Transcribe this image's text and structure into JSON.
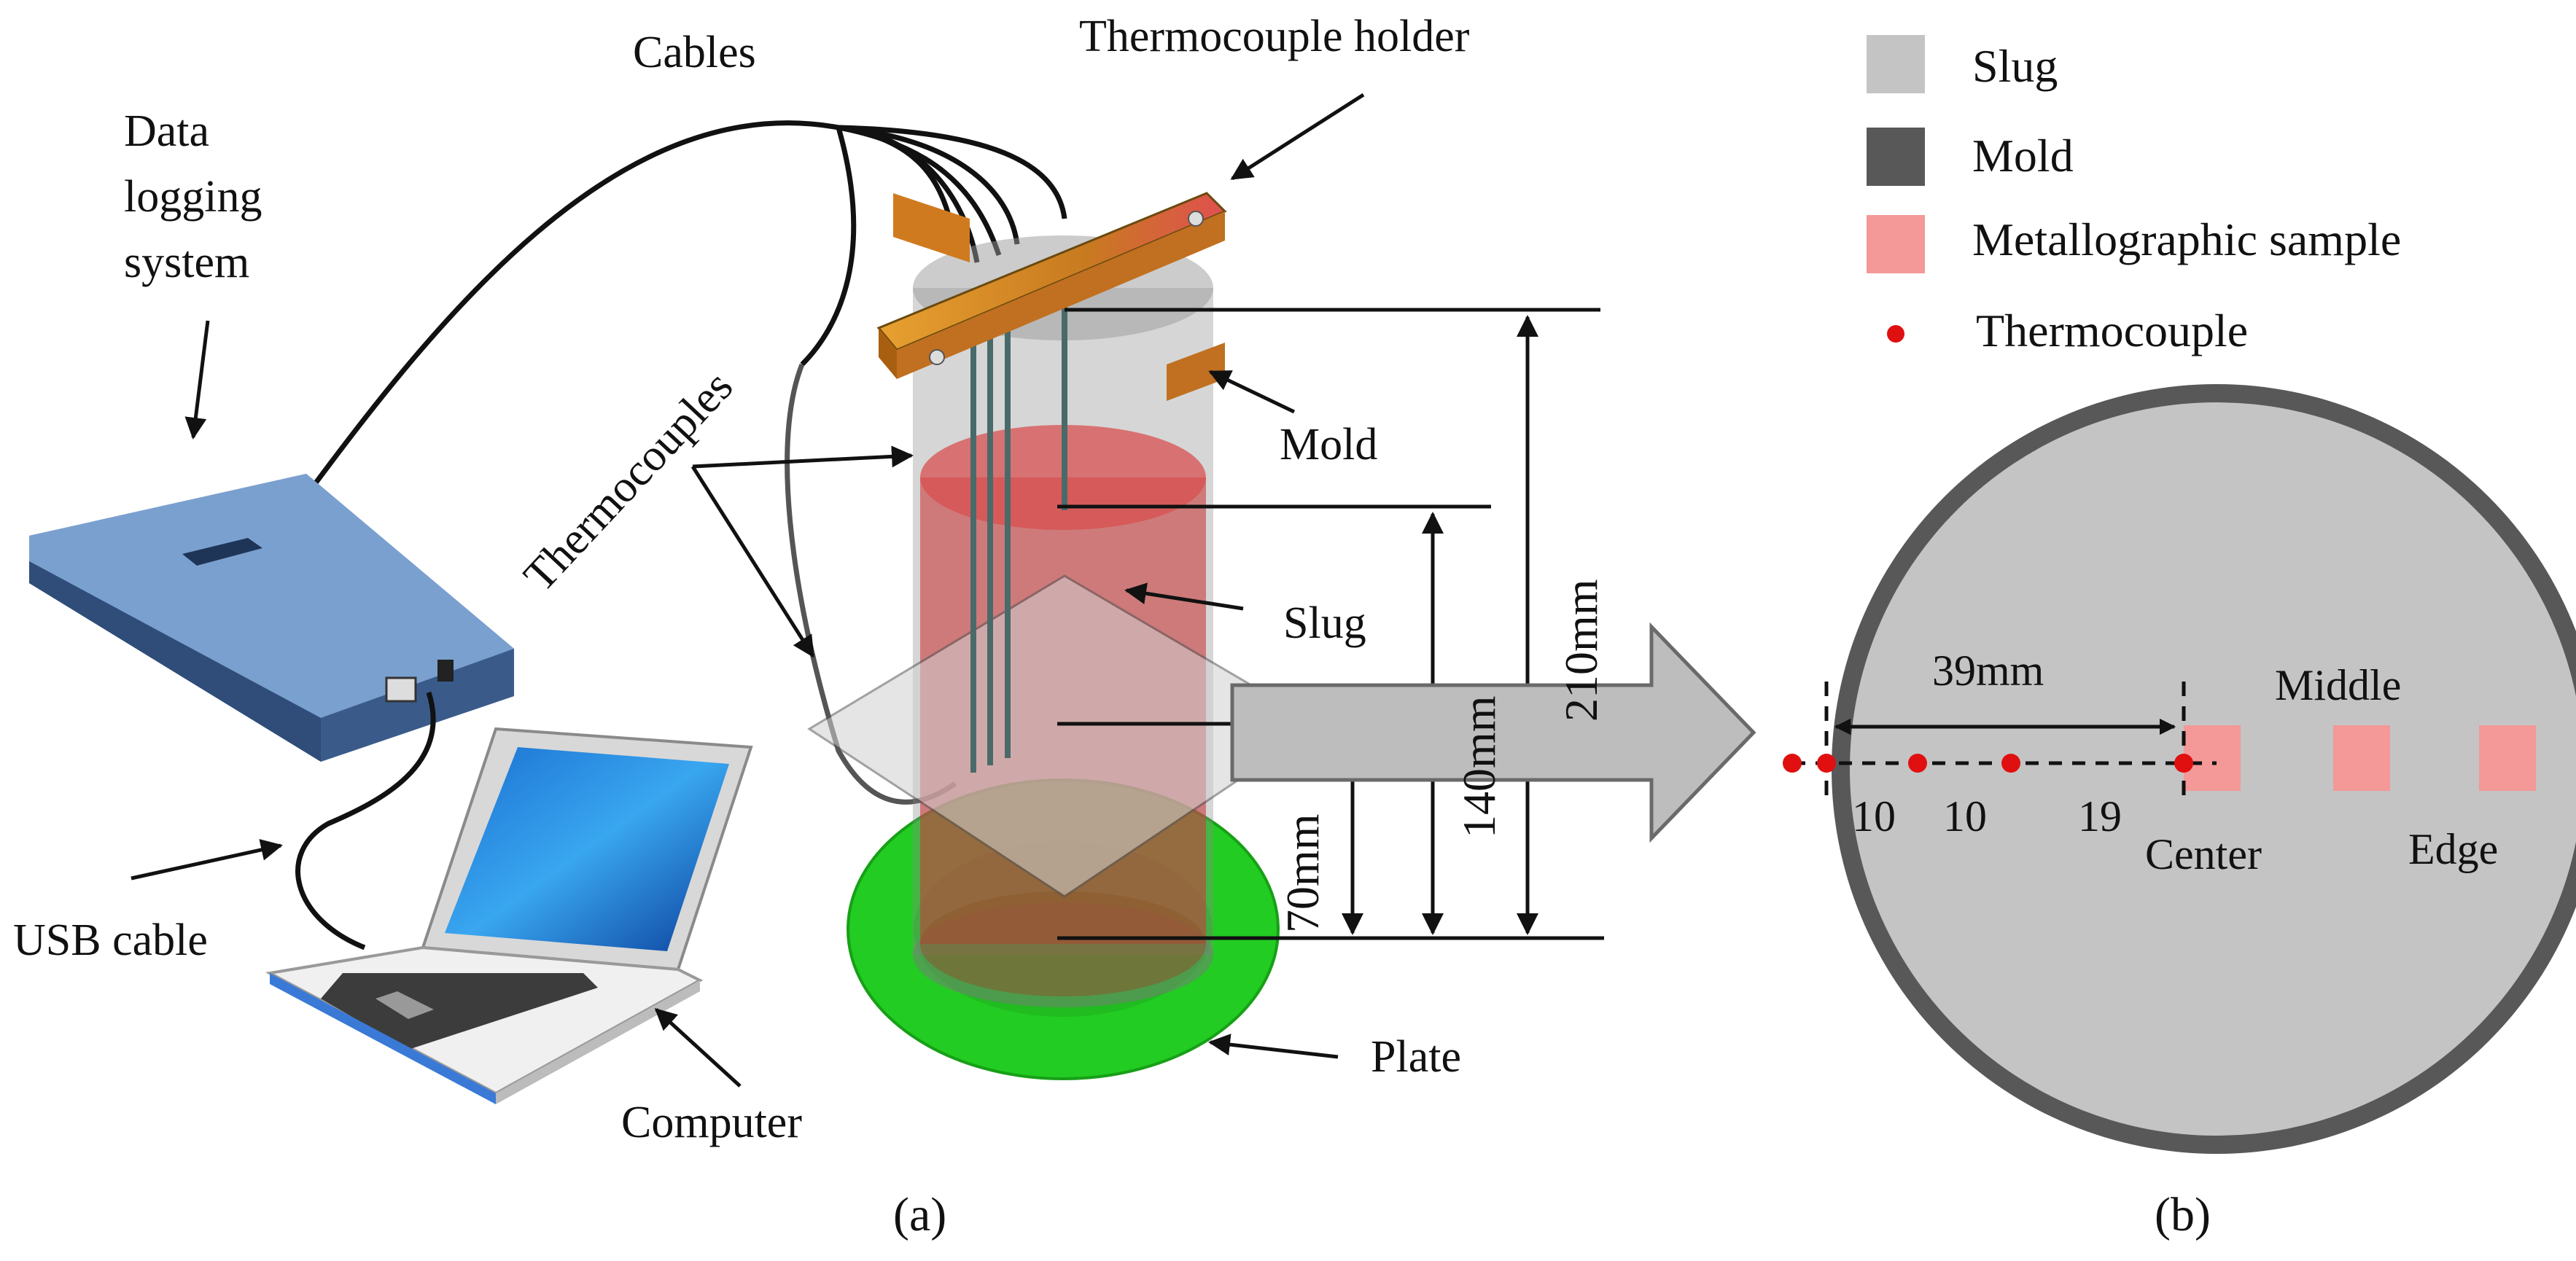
{
  "labels": {
    "cables": "Cables",
    "thermocouple_holder": "Thermocouple holder",
    "data_logging_system": [
      "Data",
      "logging",
      "system"
    ],
    "thermocouples": "Thermocouples",
    "mold": "Mold",
    "slug": "Slug",
    "plate": "Plate",
    "usb_cable": "USB cable",
    "computer": "Computer",
    "panel_a": "(a)",
    "panel_b": "(b)"
  },
  "dimensions": {
    "d210": "210mm",
    "d140": "140mm",
    "d70": "70mm"
  },
  "legend": {
    "slug": "Slug",
    "mold": "Mold",
    "sample": "Metallographic sample",
    "thermocouple": "Thermocouple"
  },
  "section": {
    "span": "39mm",
    "spacing": [
      "10",
      "10",
      "19"
    ],
    "center": "Center",
    "middle": "Middle",
    "edge": "Edge"
  },
  "colors": {
    "slug": "#c4c4c4",
    "mold": "#585858",
    "sample": "#f49898",
    "thermocouple": "#e01010",
    "plate": "#22cc22",
    "logger": "#6f93c2",
    "holder": "#d98a2a"
  }
}
